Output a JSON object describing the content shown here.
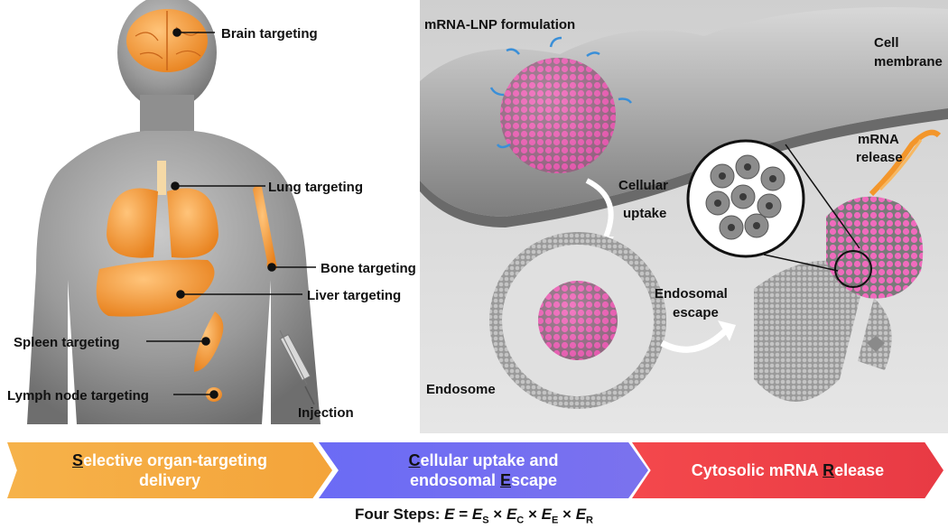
{
  "body_panel": {
    "labels": {
      "brain": "Brain targeting",
      "lung": "Lung targeting",
      "bone": "Bone targeting",
      "liver": "Liver targeting",
      "spleen": "Spleen targeting",
      "lymph": "Lymph node targeting",
      "injection": "Injection"
    },
    "colors": {
      "organ": "#f39a2d",
      "body": "#8f8f8f"
    }
  },
  "cell_panel": {
    "labels": {
      "formulation": "mRNA-LNP formulation",
      "membrane_line1": "Cell",
      "membrane_line2": "membrane",
      "uptake_line1": "Cellular",
      "uptake_line2": "uptake",
      "release_line1": "mRNA",
      "release_line2": "release",
      "escape_line1": "Endosomal",
      "escape_line2": "escape",
      "endosome": "Endosome"
    },
    "colors": {
      "lnp_pink": "#ee4fae",
      "lnp_gray": "#6b6b6b",
      "rna": "#f3962b",
      "peg": "#3a8fd8"
    }
  },
  "steps": [
    {
      "first_letter": "S",
      "text_line1": "elective organ-targeting",
      "text_line2": "delivery",
      "color": "#f4a43a"
    },
    {
      "first_letter": "C",
      "text_line1": "ellular uptake and",
      "text_line2_pre": "endosomal ",
      "second_letter": "E",
      "text_line2_post": "scape",
      "color": "#7070f0"
    },
    {
      "text_pre": "Cytosolic mRNA ",
      "first_letter": "R",
      "text_post": "elease",
      "color": "#ea3f47"
    }
  ],
  "formula": {
    "prefix": "Four Steps: ",
    "lhs": "E",
    "eq": " = ",
    "terms": [
      {
        "symbol": "E",
        "sub": "S"
      },
      {
        "symbol": "E",
        "sub": "C"
      },
      {
        "symbol": "E",
        "sub": "E"
      },
      {
        "symbol": "E",
        "sub": "R"
      }
    ],
    "times": " × "
  }
}
